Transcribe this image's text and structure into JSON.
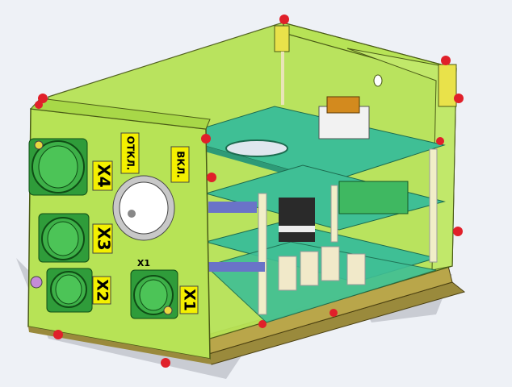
{
  "scene": {
    "colors": {
      "background": "#eef1f6",
      "enclosure": "#b7e356",
      "enclosure_dark": "#9fcf3c",
      "outline": "#4a5b16",
      "base": "#9a8a3c",
      "pcb": "#3fbf95",
      "connector": "#2f9c3a",
      "screw": "#e0202a",
      "standoff": "#f1eec8",
      "label_bg": "#f4f000"
    },
    "labels": {
      "x4": "X4",
      "x3": "X3",
      "x2": "X2",
      "x1_panel": "X1",
      "x1_small": "X1",
      "off": "ОТКЛ.",
      "on": "ВКЛ."
    }
  }
}
